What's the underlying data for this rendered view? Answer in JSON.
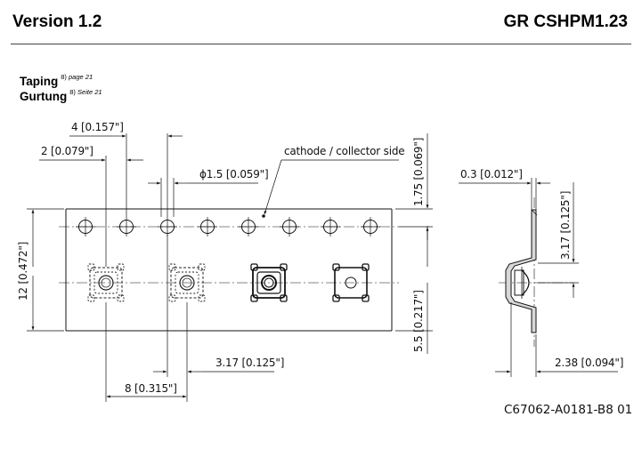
{
  "header": {
    "version": "Version 1.2",
    "doc_id": "GR CSHPM1.23"
  },
  "section": {
    "title_en": "Taping",
    "ref_en_num": "8)",
    "ref_en_text": "page 21",
    "title_de": "Gurtung",
    "ref_de_num": "8)",
    "ref_de_text": "Seite 21"
  },
  "drawing": {
    "dim_pitch_holes": "4 [0.157\"]",
    "dim_hole_offset": "2 [0.079\"]",
    "dim_hole_dia": "ϕ1.5 [0.059\"]",
    "cathode_label": "cathode / collector side",
    "dim_top_margin": "1.75 [0.069\"]",
    "dim_tape_width": "12 [0.472\"]",
    "dim_cavity_offset": "5.5 [0.217\"]",
    "dim_cavity_center": "3.17 [0.125\"]",
    "dim_pitch_parts": "8 [0.315\"]",
    "dim_tape_thickness": "0.3 [0.012\"]",
    "dim_side_height": "3.17 [0.125\"]",
    "dim_side_depth": "2.38 [0.094\"]",
    "drawing_code": "C67062-A0181-B8 01"
  }
}
